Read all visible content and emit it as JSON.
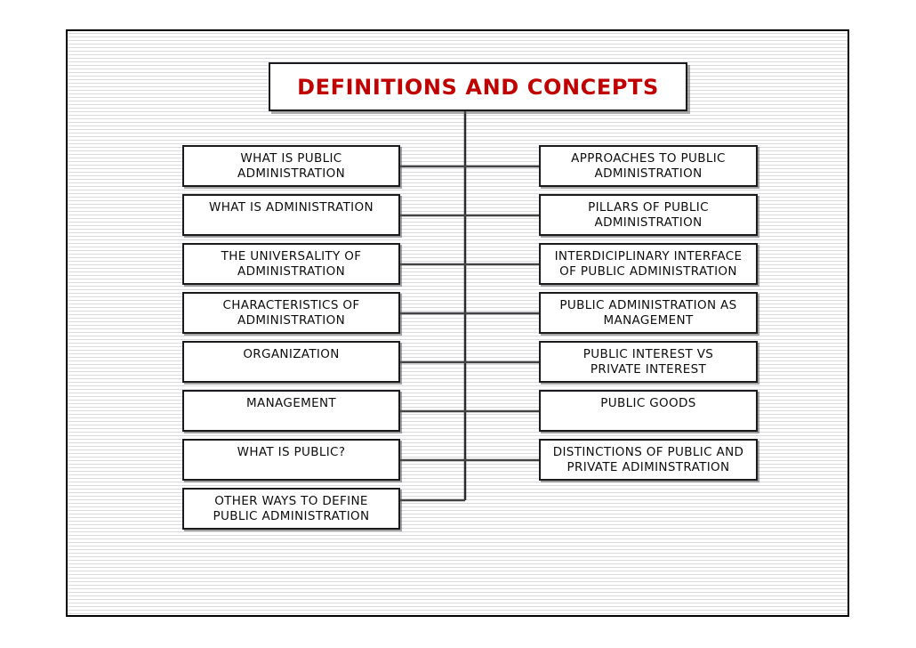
{
  "slide": {
    "title": "DEFINITIONS AND CONCEPTS",
    "title_color": "#c00000",
    "border_color": "#1a1a1a",
    "background": "#ffffff"
  },
  "left_column": [
    {
      "label": "WHAT IS PUBLIC\nADMINISTRATION"
    },
    {
      "label": "WHAT IS ADMINISTRATION"
    },
    {
      "label": "THE UNIVERSALITY OF\nADMINISTRATION"
    },
    {
      "label": "CHARACTERISTICS OF\nADMINISTRATION"
    },
    {
      "label": "ORGANIZATION"
    },
    {
      "label": "MANAGEMENT"
    },
    {
      "label": "WHAT IS PUBLIC?"
    },
    {
      "label": "OTHER WAYS TO DEFINE\nPUBLIC ADMINISTRATION"
    }
  ],
  "right_column": [
    {
      "label": "APPROACHES TO PUBLIC\nADMINISTRATION"
    },
    {
      "label": "PILLARS OF PUBLIC\nADMINISTRATION"
    },
    {
      "label": "INTERDICIPLINARY INTERFACE\nOF PUBLIC ADMINISTRATION"
    },
    {
      "label": "PUBLIC ADMINISTRATION AS\nMANAGEMENT"
    },
    {
      "label": "PUBLIC INTEREST VS\nPRIVATE INTEREST"
    },
    {
      "label": "PUBLIC GOODS"
    },
    {
      "label": "DISTINCTIONS OF PUBLIC AND\nPRIVATE ADIMINSTRATION"
    }
  ]
}
